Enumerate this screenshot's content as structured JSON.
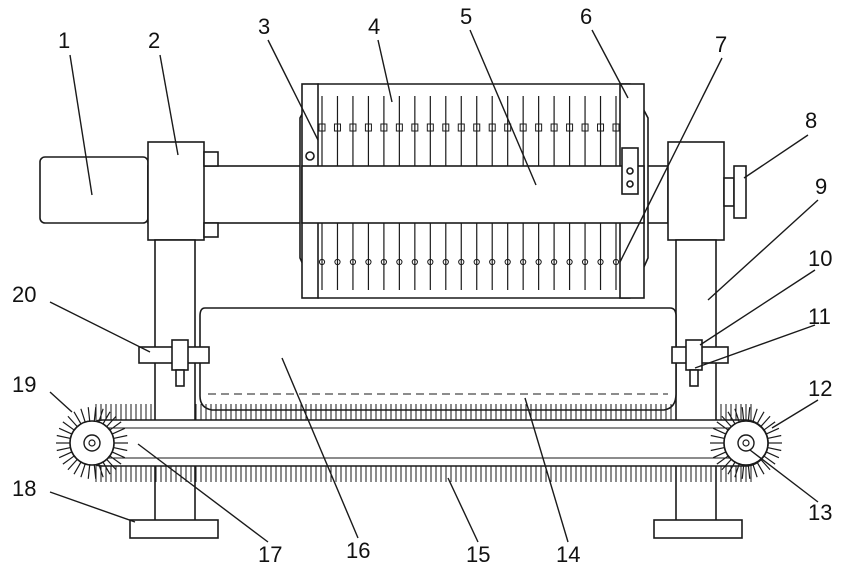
{
  "figure": {
    "callouts": [
      {
        "id": "1",
        "text": "1"
      },
      {
        "id": "2",
        "text": "2"
      },
      {
        "id": "3",
        "text": "3"
      },
      {
        "id": "4",
        "text": "4"
      },
      {
        "id": "5",
        "text": "5"
      },
      {
        "id": "6",
        "text": "6"
      },
      {
        "id": "7",
        "text": "7"
      },
      {
        "id": "8",
        "text": "8"
      },
      {
        "id": "9",
        "text": "9"
      },
      {
        "id": "10",
        "text": "10"
      },
      {
        "id": "11",
        "text": "11"
      },
      {
        "id": "12",
        "text": "12"
      },
      {
        "id": "13",
        "text": "13"
      },
      {
        "id": "14",
        "text": "14"
      },
      {
        "id": "15",
        "text": "15"
      },
      {
        "id": "16",
        "text": "16"
      },
      {
        "id": "17",
        "text": "17"
      },
      {
        "id": "18",
        "text": "18"
      },
      {
        "id": "19",
        "text": "19"
      },
      {
        "id": "20",
        "text": "20"
      }
    ],
    "filter_plate_count": 20,
    "colors": {
      "ink": "#1a1a1a",
      "paper": "#ffffff"
    }
  }
}
